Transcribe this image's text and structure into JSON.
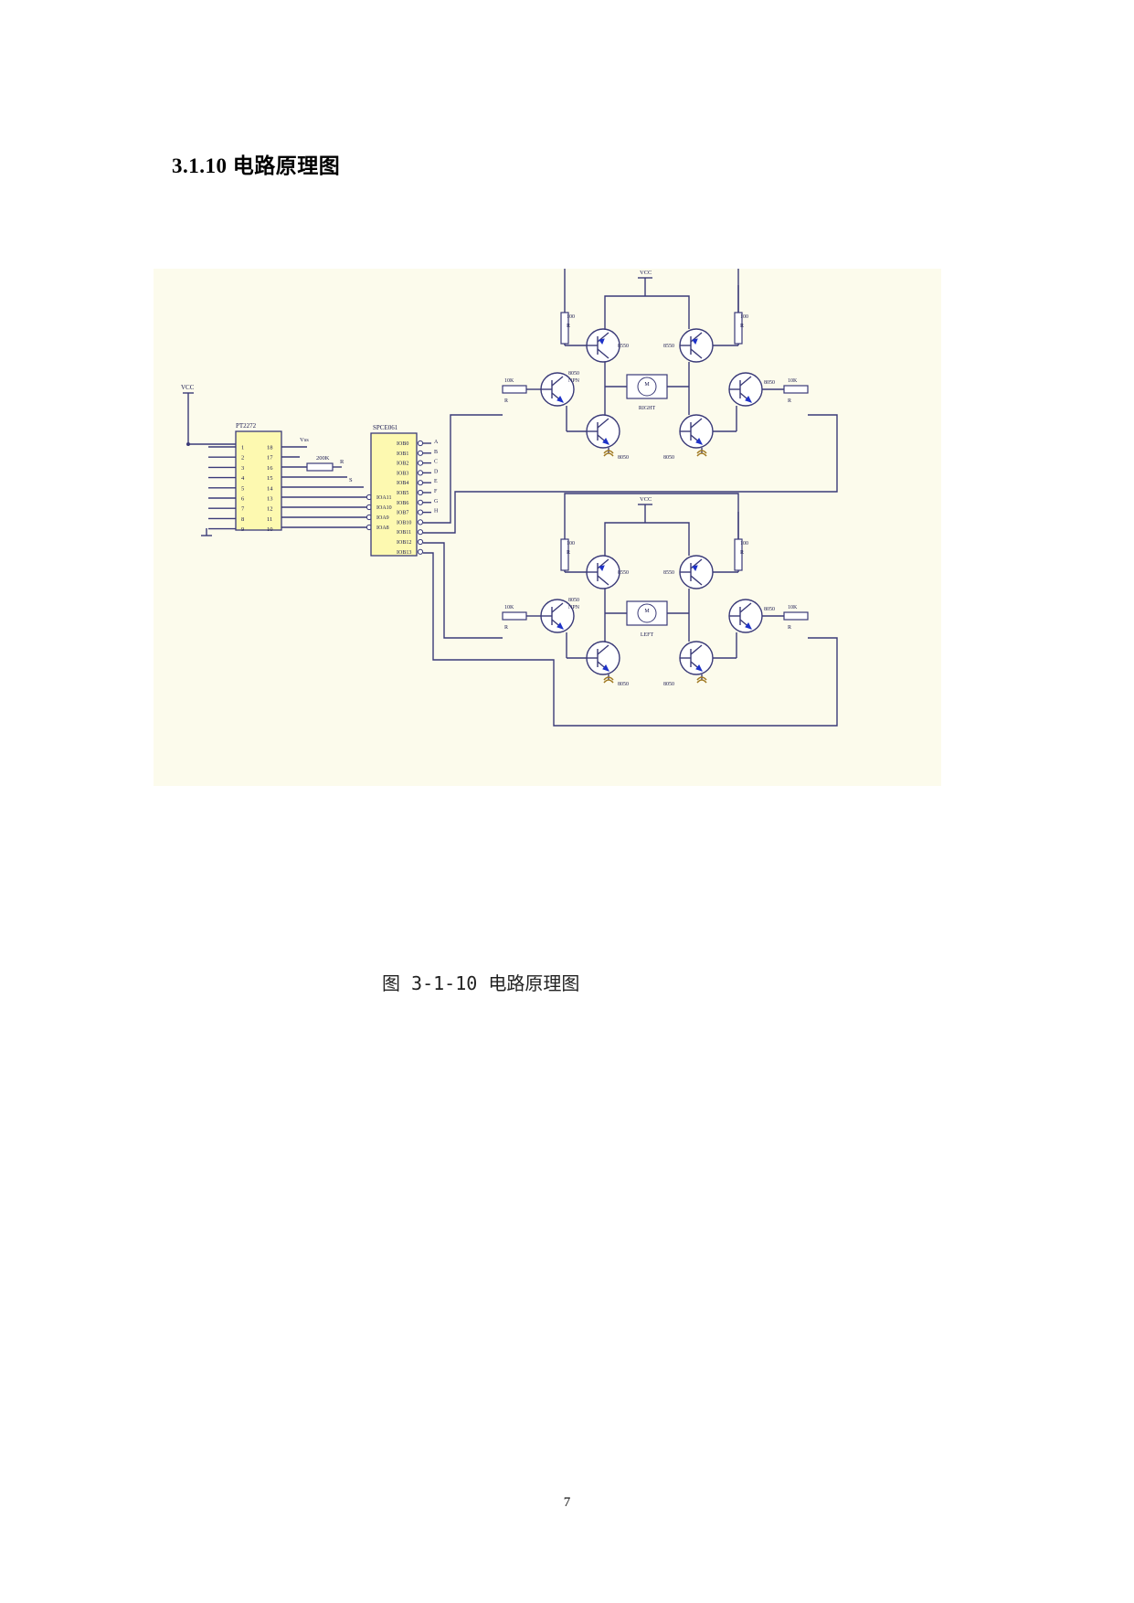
{
  "heading": "3.1.10 电路原理图",
  "caption": "图 3-1-10 电路原理图",
  "page_number": "7",
  "colors": {
    "figure_bg": "#fcfbec",
    "wire": "#3a3a78",
    "chip_fill": "#fdf9b0",
    "emitter": "#1e32c8"
  },
  "schematic": {
    "vcc": "VCC",
    "pt_chip": {
      "name": "PT2272",
      "left_pins": [
        "1",
        "2",
        "3",
        "4",
        "5",
        "6",
        "7",
        "8",
        "9"
      ],
      "right_pins": [
        "18",
        "17",
        "16",
        "15",
        "14",
        "13",
        "12",
        "11",
        "10"
      ],
      "vss": "Vss",
      "resistor": "200K",
      "r": "R",
      "net_s": "S"
    },
    "spce_chip": {
      "name": "SPCE061",
      "left_pins": [
        "IOA11",
        "IOA10",
        "IOA9",
        "IOA8"
      ],
      "right_pins": [
        "IOB0",
        "IOB1",
        "IOB2",
        "IOB3",
        "IOB4",
        "IOB5",
        "IOB6",
        "IOB7",
        "IOB10",
        "IOB11",
        "IOB12",
        "IOB13"
      ],
      "nets": [
        "A",
        "B",
        "C",
        "D",
        "E",
        "F",
        "G",
        "H"
      ]
    },
    "bridges": [
      {
        "motor_label": "RIGHT",
        "motor": "M",
        "r_top_left": "100",
        "r_top_right": "100",
        "r_letter": "R",
        "input_res_left": "10K",
        "input_res_right": "10K",
        "npn": "NPN",
        "t_left_input": "8050",
        "t_right_input": "8050",
        "t_top_left": "8550",
        "t_top_right": "8550",
        "t_bot_left": "8050",
        "t_bot_right": "8050"
      },
      {
        "motor_label": "LEFT",
        "motor": "M",
        "r_top_left": "100",
        "r_top_right": "100",
        "r_letter": "R",
        "input_res_left": "10K",
        "input_res_right": "10K",
        "npn": "NPN",
        "t_left_input": "8050",
        "t_right_input": "8050",
        "t_top_left": "8550",
        "t_top_right": "8550",
        "t_bot_left": "8050",
        "t_bot_right": "8050"
      }
    ]
  }
}
